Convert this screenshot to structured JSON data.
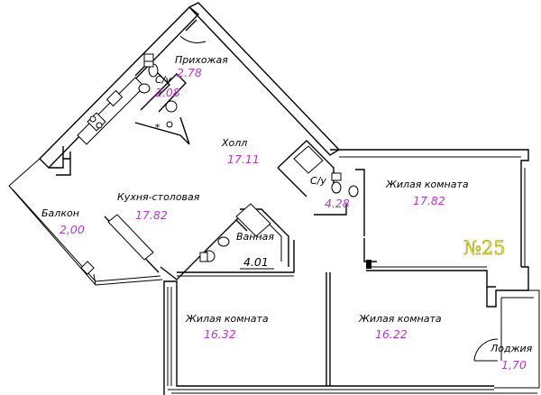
{
  "plan": {
    "apartment_number": "№25",
    "colors": {
      "area_text": "#b03cc4",
      "apartment_number": "#f0ef2a",
      "walls": "#000000"
    },
    "rooms": [
      {
        "id": "hallway-entry",
        "name": "Прихожая",
        "area": "2.78"
      },
      {
        "id": "wc-1",
        "name": "С/у",
        "area": "2.08"
      },
      {
        "id": "hall",
        "name": "Холл",
        "area": "17.11"
      },
      {
        "id": "wc-2",
        "name": "С/у",
        "area": "4.28"
      },
      {
        "id": "bedroom-1",
        "name": "Жилая комната",
        "area": "17.82"
      },
      {
        "id": "kitchen",
        "name": "Кухня-столовая",
        "area": "17.82"
      },
      {
        "id": "balcony",
        "name": "Балкон",
        "area": "2,00"
      },
      {
        "id": "bathroom",
        "name": "Ванная",
        "area": "4.01"
      },
      {
        "id": "bedroom-2",
        "name": "Жилая комната",
        "area": "16.32"
      },
      {
        "id": "bedroom-3",
        "name": "Жилая комната",
        "area": "16.22"
      },
      {
        "id": "loggia",
        "name": "Лоджия",
        "area": "1,70"
      }
    ]
  }
}
